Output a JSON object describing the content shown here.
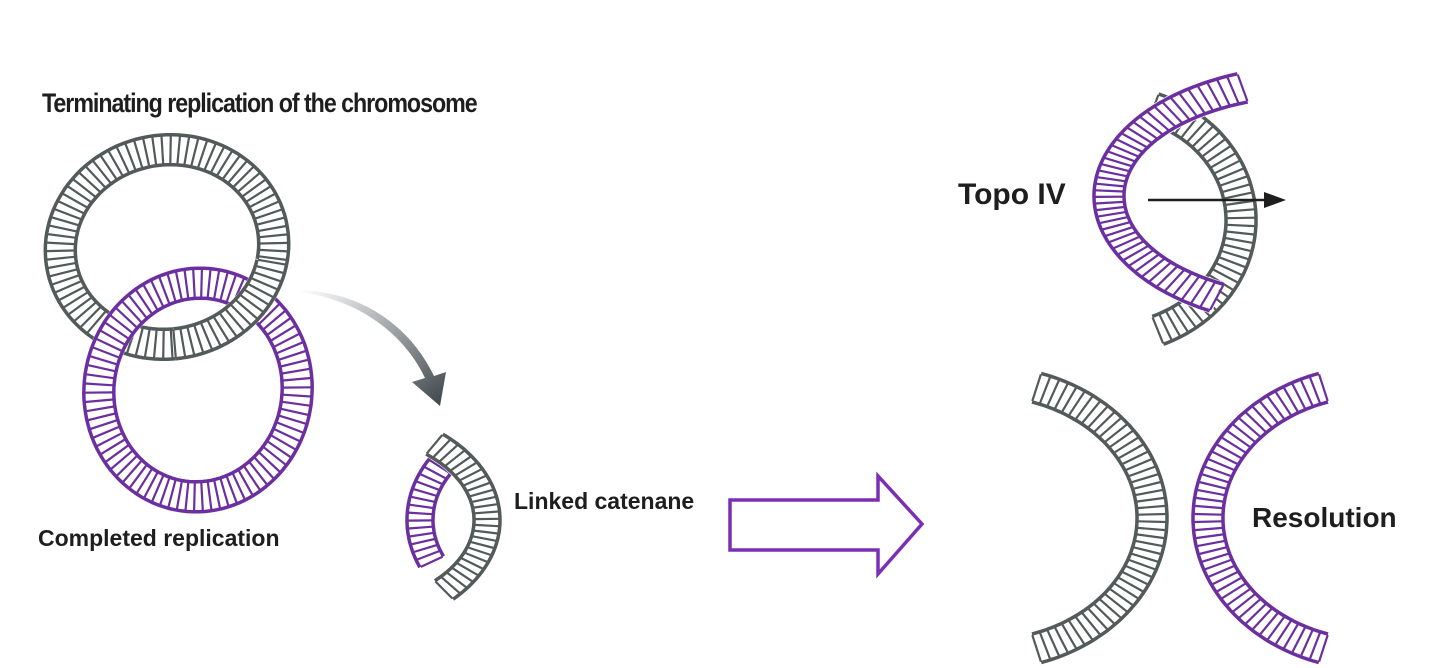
{
  "labels": {
    "title": "Terminating replication of the chromosome",
    "completed": "Completed replication",
    "linked": "Linked catenane",
    "topo": "Topo IV",
    "resolution": "Resolution"
  },
  "colors": {
    "gray_strand": "#525a5a",
    "purple_strand": "#6b2fa0",
    "curved_arrow": "#3c4449",
    "outline_arrow": "#7a2fb5",
    "text": "#1e1e1e"
  }
}
